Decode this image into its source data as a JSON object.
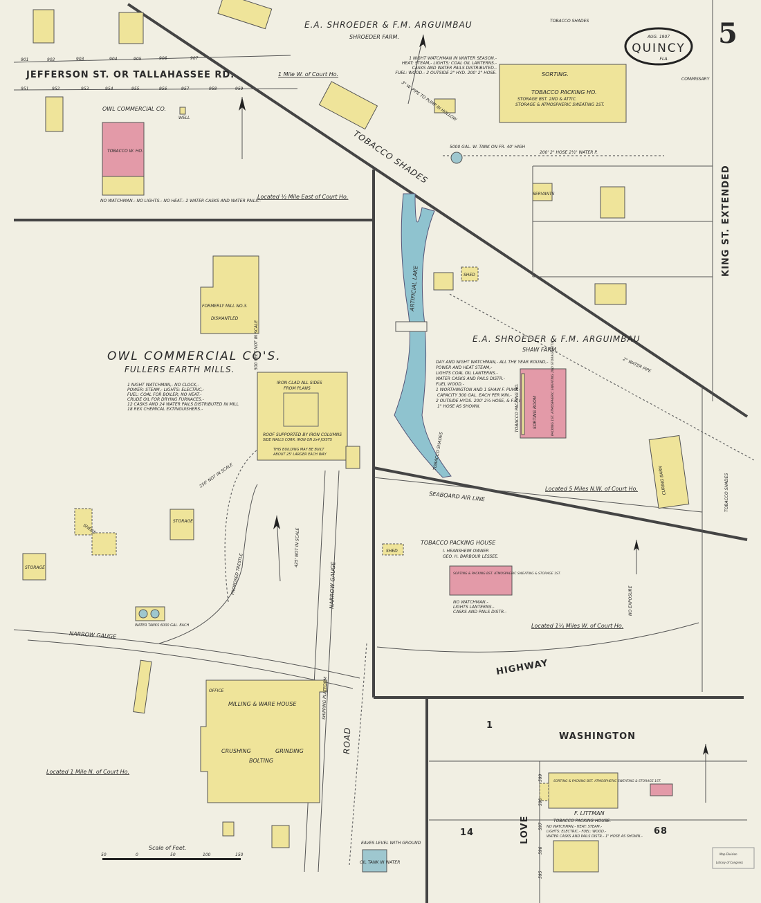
{
  "sheet": {
    "number": "5",
    "town": "QUINCY",
    "state": "FLA.",
    "date": "AUG. 1907"
  },
  "streets": {
    "jefferson": "JEFFERSON ST. OR TALLAHASSEE RD.",
    "king": "KING ST. EXTENDED",
    "washington": "WASHINGTON",
    "love": "LOVE",
    "highway": "HIGHWAY",
    "road": "ROAD",
    "seaboard": "SEABOARD AIR LINE",
    "narrow_gauge_1": "NARROW GAUGE",
    "narrow_gauge_2": "NARROW GAUGE",
    "proposed_trestle": "PROPOSED TRESTLE",
    "tobacco_shades_diag": "TOBACCO SHADES",
    "tobacco_shades_top": "TOBACCO SHADES",
    "tobacco_shades_right": "TOBACCO SHADES",
    "tobacco_shades_lake": "TOBACCO SHADES"
  },
  "house_numbers_top": [
    "901",
    "902",
    "903",
    "904",
    "905",
    "906",
    "907"
  ],
  "house_numbers_bottom": [
    "951",
    "952",
    "953",
    "954",
    "955",
    "956",
    "957",
    "958",
    "959"
  ],
  "block_numbers": {
    "b1": "1",
    "b14": "14",
    "b68": "68"
  },
  "shroeder_farm": {
    "title": "E.A. SHROEDER & F.M. ARGUIMBAU",
    "subtitle": "SHROEDER FARM.",
    "distance": "1 Mile W. of Court Ho.",
    "notes": [
      "1 NIGHT WATCHMAN IN WINTER SEASON.-",
      "HEAT: STEAM,- LIGHTS: COAL OIL LANTERNS.-",
      "CASKS AND WATER PAILS DISTRIBUTED.-",
      "FUEL: WOOD.- 2 OUTSIDE 2\" HYD. 200' 2\" HOSE."
    ],
    "building_top": "SORTING.",
    "building_name": "TOBACCO PACKING HO.",
    "building_line1": "STORAGE BST. 2ND & ATTIC.",
    "building_line2": "STORAGE & ATMOSPHERIC SWEATING 1ST.",
    "tank": "5000 GAL. W. TANK ON FR. 40' HIGH",
    "pipe": "3\" W. PIPE TO PUMP IN HOLLOW",
    "hose": "200' 2\" HOSE 2½\" WATER P.",
    "commissary": "COMMISSARY",
    "servants": "SERVANTS",
    "curing_barn": "CURING BARN"
  },
  "owl_tobacco": {
    "title": "OWL COMMERCIAL CO.",
    "building": "TOBACCO W. HO.",
    "well": "WELL",
    "notes": "NO WATCHMAN.- NO LIGHTS.- NO HEAT.- 2 WATER CASKS AND WATER PAILS.-",
    "distance": "Located ½ Mile East of Court Ho."
  },
  "owl_mills": {
    "title": "OWL COMMERCIAL CO'S.",
    "subtitle": "FULLERS EARTH MILLS.",
    "notes": [
      "1 NIGHT WATCHMAN,- NO CLOCK,-",
      "POWER: STEAM,- LIGHTS: ELECTRIC,-",
      "FUEL: COAL FOR BOILER; NO HEAT.-",
      "CRUDE OIL FOR DRYING FURNACES.-",
      "12 CASKS AND 24 WATER PAILS DISTRIBUTED IN MILL",
      "18 REX CHEMICAL EXTINGUISHERS.-"
    ],
    "former_mill": "FORMERLY MILL NO.3.",
    "dismantled": "DISMANTLED",
    "iron_clad": "IRON CLAD ALL SIDES",
    "from_plans": "FROM PLANS",
    "roof": "ROOF SUPPORTED BY IRON COLUMNS",
    "side_walls": "SIDE WALLS CORR. IRON ON 2x4 JOISTS",
    "future": "THIS BUILDING MAY BE BUILT ABOUT 25' LARGER EACH WAY",
    "not_scale_1": "500 FEET NOT IN SCALE",
    "not_scale_2": "250' NOT IN SCALE",
    "not_scale_3": "425' NOT IN SCALE",
    "storage_d": "STORAGE",
    "storage_e": "STORAGE",
    "sheds": "SHEDS",
    "tanks": "WATER TANKS 6000 GAL. EACH",
    "office": "OFFICE",
    "milling": "MILLING & WARE HOUSE",
    "crushing": "CRUSHING",
    "grinding": "GRINDING",
    "bolting": "BOLTING",
    "platform": "SHIPPING PLATFORM",
    "eaves": "EAVES LEVEL WITH GROUND",
    "oil_tank": "OIL TANK IN WATER",
    "distance": "Located 1 Mile N. of Court Ho."
  },
  "shaw_farm": {
    "title": "E.A. SHROEDER & F.M. ARGUIMBAU",
    "subtitle": "SHAW FARM.",
    "notes": [
      "DAY AND NIGHT WATCHMAN,- ALL THE YEAR ROUND,-",
      "POWER AND HEAT STEAM,-",
      "LIGHTS COAL OIL LANTERNS.-",
      "WATER CASKS AND PAILS DISTR.-",
      "FUEL WOOD.-",
      "1 WORTHINGTON AND 1 SHAW F. PUMP.-",
      "CAPACITY 300 GAL. EACH PER MIN.-",
      "2 OUTSIDE HYDS. 200' 2½ HOSE, & F.P. &",
      "1\" HOSE AS SHOWN."
    ],
    "building": "TOBACCO PACKING HO.",
    "sorting": "SORTING ROOM",
    "packing": "PACKING 1ST. ATMOSPHERIC SWEATING 2ND STORAGE ATTIC.",
    "lake": "ARTIFICIAL LAKE",
    "water_pipe": "2\" WATER PIPE",
    "shed": "SHED",
    "distance": "Located 5 Miles N.W. of Court Ho."
  },
  "heimsheim": {
    "title": "TOBACCO PACKING HOUSE",
    "owner": "I. HEANSHEIM OWNER",
    "lessee": "GEO. H. BARBOUR LESSEE.",
    "building": "SORTING & PACKING BST. ATMOSPHERIC SWEATING & STORAGE 1ST.",
    "notes": [
      "NO WATCHMAN.-",
      "LIGHTS LANTERNS.-",
      "CASKS AND PAILS DISTR.-"
    ],
    "shed": "SHED",
    "exposure": "NO EXPOSURE",
    "distance": "Located 1¼ Miles W. of Court Ho."
  },
  "littman": {
    "building": "SORTING & PACKING BST. ATMOSPHERIC SWEATING & STORAGE 1ST.",
    "owner": "F. LITTMAN",
    "title": "TOBACCO PACKING HOUSE.",
    "notes": [
      "NO WATCHMAN,- HEAT: STEAM,-",
      "LIGHTS: ELECTRIC.- FUEL: WOOD.-",
      "WATER CASKS AND PAILS DISTR.- 1\" HOSE AS SHOWN.-"
    ],
    "numbers": [
      "599",
      "598",
      "597",
      "596",
      "595"
    ]
  },
  "scale": {
    "label": "Scale of Feet.",
    "ticks": [
      "50",
      "0",
      "50",
      "100",
      "150"
    ]
  },
  "stamp": {
    "line1": "Map Division",
    "line2": "Library of Congress"
  },
  "colors": {
    "frame": "#efe49a",
    "brick": "#e39aa8",
    "water": "#8fc3cf",
    "paper": "#f1efe3"
  }
}
